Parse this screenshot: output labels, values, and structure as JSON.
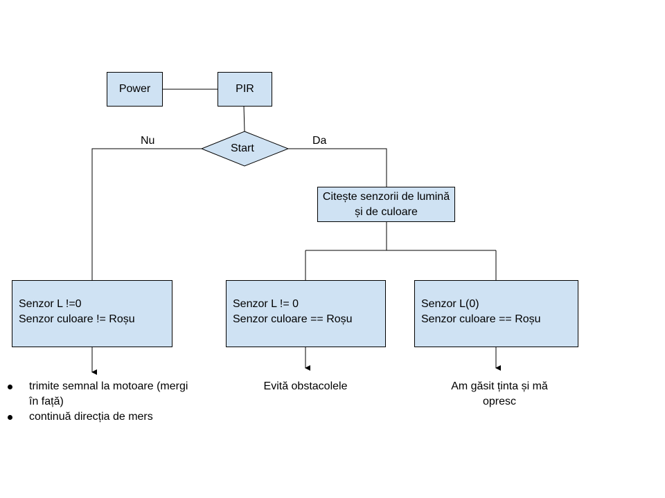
{
  "nodes": {
    "power": "Power",
    "pir": "PIR",
    "start": "Start",
    "read_sensors": "Citește senzorii de lumină și de culoare",
    "cond_left": [
      "Senzor L !=0",
      "Senzor culoare != Roșu"
    ],
    "cond_middle": [
      "Senzor L != 0",
      "Senzor culoare == Roșu"
    ],
    "cond_right": [
      "Senzor L(0)",
      "Senzor culoare == Roșu"
    ]
  },
  "edges": {
    "no_label": "Nu",
    "yes_label": "Da"
  },
  "outcomes": {
    "left_items": [
      "trimite semnal la motoare (mergi în față)",
      "continuă direcția de mers"
    ],
    "middle": "Evită obstacolele",
    "right": "Am găsit ținta și mă opresc"
  },
  "colors": {
    "node_fill": "#cfe2f3",
    "stroke": "#000000"
  }
}
